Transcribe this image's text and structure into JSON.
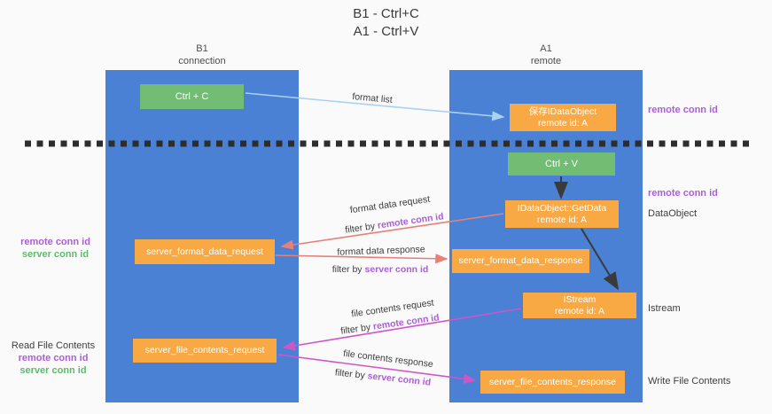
{
  "title": {
    "line1": "B1 - Ctrl+C",
    "line2": "A1 - Ctrl+V"
  },
  "lanes": {
    "left": {
      "name": "B1",
      "sub": "connection"
    },
    "right": {
      "name": "A1",
      "sub": "remote"
    }
  },
  "nodes": {
    "ctrl_c": "Ctrl + C",
    "ctrl_v": "Ctrl + V",
    "save_obj": {
      "line1": "保存IDataObject",
      "line2": "remote id: A"
    },
    "getdata": {
      "line1": "IDataObject::GetData",
      "line2": "remote id: A"
    },
    "istream": {
      "line1": "IStream",
      "line2": "remote id: A"
    },
    "fmt_req": "server_format_data_request",
    "fmt_resp": "server_format_data_response",
    "file_req": "server_file_contents_request",
    "file_resp": "server_file_contents_response"
  },
  "edge_labels": {
    "format_list": "format list",
    "fmt_req": "format data request",
    "fmt_resp": "format data response",
    "file_req": "file contents request",
    "file_resp": "file contents response",
    "filter_by": "filter by",
    "remote_conn_id": "remote conn id",
    "server_conn_id": "server conn id"
  },
  "side_labels": {
    "remote_conn_id": "remote conn id",
    "server_conn_id": "server conn id",
    "dataobject": "DataObject",
    "istream": "Istream",
    "read_file": "Read File Contents",
    "write_file": "Write File Contents"
  },
  "colors": {
    "lane_blue": "#4a81d4",
    "box_orange": "#f8a944",
    "box_green": "#72bd74",
    "text_purple": "#ab5fd6",
    "text_green": "#5cbc6d",
    "arrow_salmon": "#e87f78",
    "arrow_magenta": "#d055c8",
    "arrow_blue": "#a9d2ee",
    "arrow_black": "#3a3a3a",
    "divider_black": "#2d2d2d"
  }
}
